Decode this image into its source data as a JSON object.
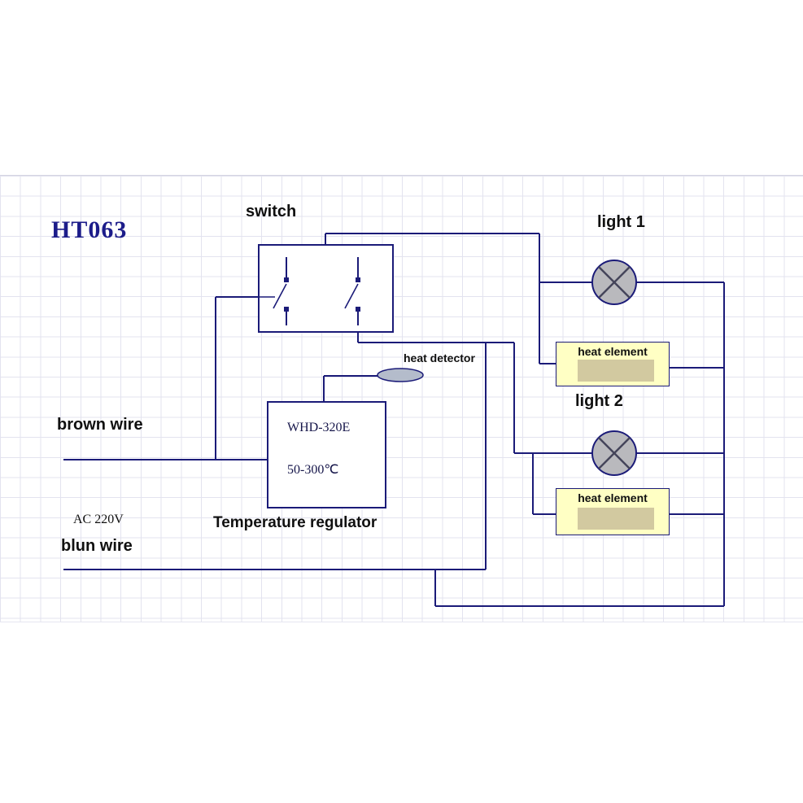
{
  "diagram": {
    "title": "HT063",
    "labels": {
      "switch": "switch",
      "light1": "light 1",
      "light2": "light 2",
      "heat_detector": "heat detector",
      "temperature_regulator": "Temperature regulator",
      "brown_wire": "brown wire",
      "ac_supply": "AC 220V",
      "blue_wire": "blun wire"
    },
    "regulator": {
      "model": "WHD-320E",
      "temperature_range": "50-300℃"
    },
    "heat_elements": [
      {
        "label": "heat element"
      },
      {
        "label": "heat element"
      }
    ],
    "symbols": {
      "lamp1": "lamp-circle-with-cross",
      "lamp2": "lamp-circle-with-cross",
      "switch": "double-pole-switch",
      "heat_detector": "probe-ellipse",
      "regulator_contact": "thermostat-contact"
    },
    "colors": {
      "wire": "#1b1b78",
      "lamp_fill": "#b9b9bd",
      "lamp_cross": "#45455a",
      "heat_element_fill": "#ffffc4",
      "heat_element_inner": "#d2c9a0",
      "detector_fill": "#b4bccb",
      "grid_line": "#e3e3ef",
      "title_color": "#1c1c8a"
    }
  }
}
